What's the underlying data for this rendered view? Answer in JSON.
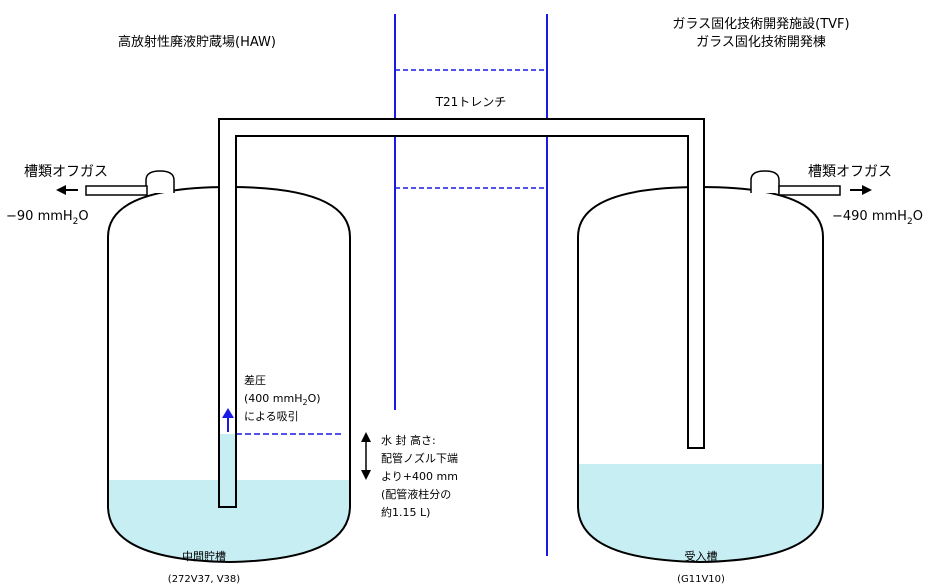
{
  "left_facility": {
    "title": "高放射性廃液貯蔵場(HAW)"
  },
  "right_facility": {
    "line1": "ガラス固化技術開発施設(TVF)",
    "line2": "ガラス固化技術開発棟"
  },
  "trench": {
    "label": "T21トレンチ"
  },
  "left_offgas": {
    "label": "槽類オフガス",
    "pressure_value": "−90 mmH",
    "sub": "2",
    "tail": "O"
  },
  "right_offgas": {
    "label": "槽類オフガス",
    "pressure_value": "−490 mmH",
    "sub": "2",
    "tail": "O"
  },
  "suction": {
    "line1": "差圧",
    "line2_a": "(400 mmH",
    "line2_sub": "2",
    "line2_b": "O)",
    "line3": "による吸引"
  },
  "seal": {
    "line1": "水 封 高さ:",
    "line2": "配管ノズル下端",
    "line3": "より+400 mm",
    "line4": "(配管液柱分の",
    "line5": "約1.15 L)"
  },
  "left_tank": {
    "name": "中間貯槽",
    "id": "(272V37, V38)"
  },
  "right_tank": {
    "name": "受入槽",
    "id": "(G11V10)"
  },
  "colors": {
    "liquid": "#c6eef3",
    "boundary": "#1a1ae6",
    "arrow": "#1a1ae6",
    "stroke": "#000000"
  }
}
